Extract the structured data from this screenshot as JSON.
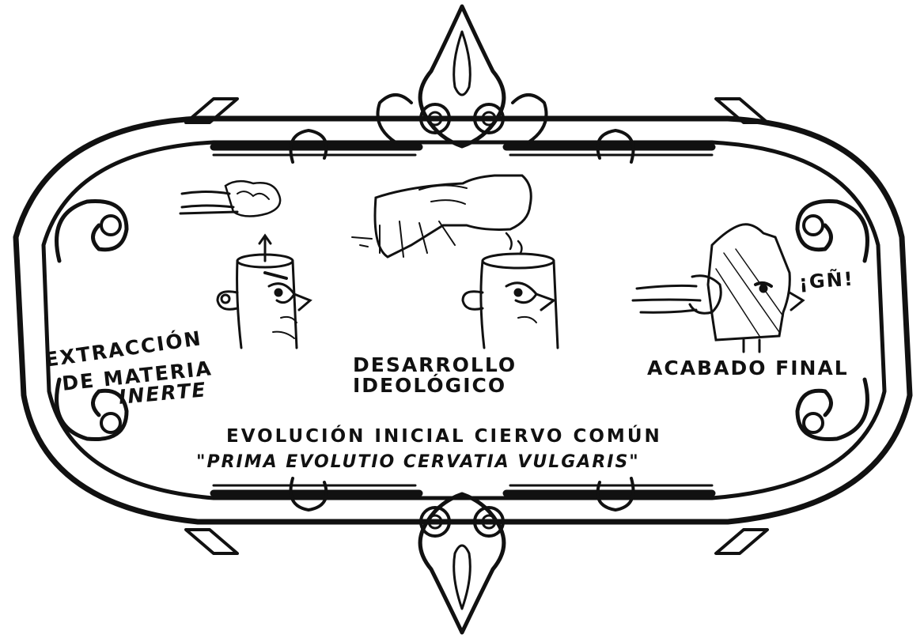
{
  "panels": [
    {
      "line1": "EXTRACCIÓN",
      "line2": "DE MATERIA",
      "line3": "INERTE"
    },
    {
      "line1": "DESARROLLO",
      "line2": "IDEOLÓGICO"
    },
    {
      "line1": "ACABADO FINAL",
      "exclamation": "¡GÑ!"
    }
  ],
  "caption": {
    "title": "EVOLUCIÓN INICIAL CIERVO COMÚN",
    "subtitle": "\"PRIMA EVOLUTIO CERVATIA VULGARIS\""
  },
  "colors": {
    "ink": "#111111",
    "paper": "#ffffff"
  }
}
